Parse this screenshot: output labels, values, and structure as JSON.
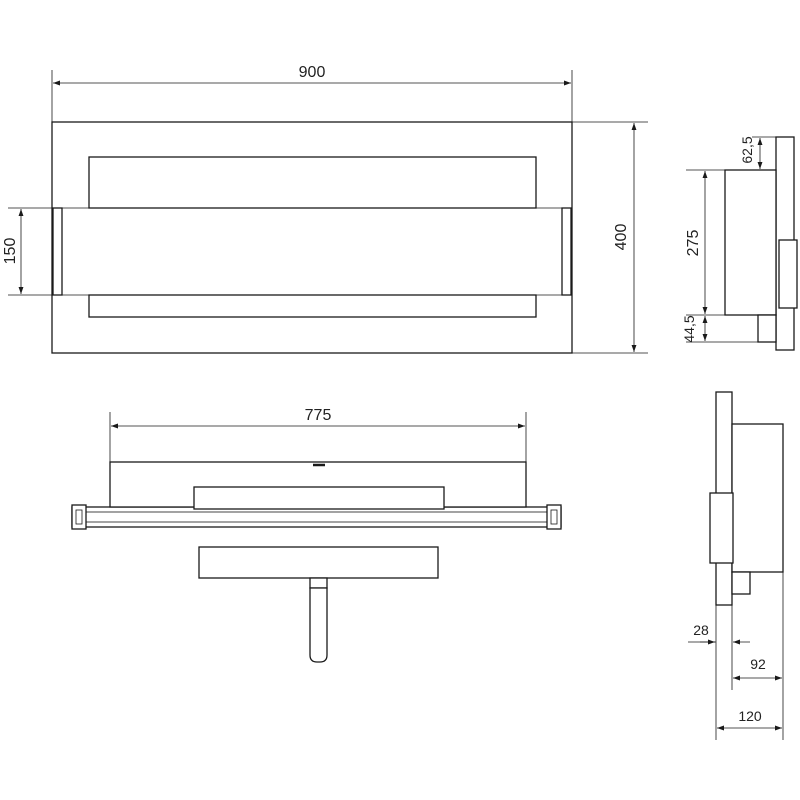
{
  "dimensions": {
    "width_total": "900",
    "height_total": "400",
    "center_band": "150",
    "top_width": "775",
    "side_top_offset": "62,5",
    "side_body_height": "275",
    "side_bottom_offset": "44,5",
    "side_depth_a": "28",
    "side_depth_b": "92",
    "side_depth_total": "120"
  },
  "colors": {
    "line": "#1a1a1a",
    "background": "#ffffff"
  }
}
